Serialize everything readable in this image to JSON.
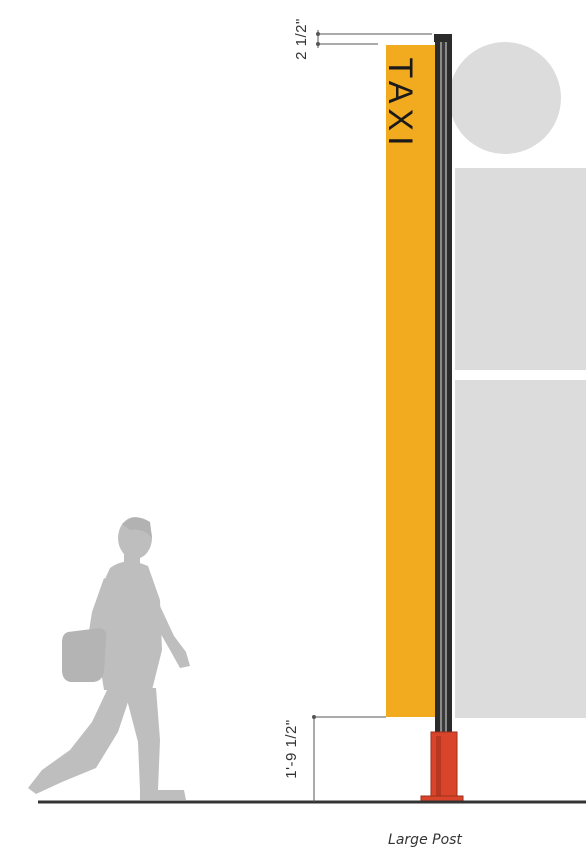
{
  "sign": {
    "text": "TAXI",
    "color": "#F2AA1E",
    "text_color": "#1A1A1A"
  },
  "post": {
    "color": "#2B2B2B",
    "base_color": "#D9452A"
  },
  "dimensions": {
    "top": "2 1/2\"",
    "bottom": "1'-9 1/2\""
  },
  "caption": "Large Post",
  "colors": {
    "ground": "#333333",
    "silhouette": "#BEBEBE",
    "background_shapes": "#DCDCDC",
    "dimension_line": "#555555"
  }
}
